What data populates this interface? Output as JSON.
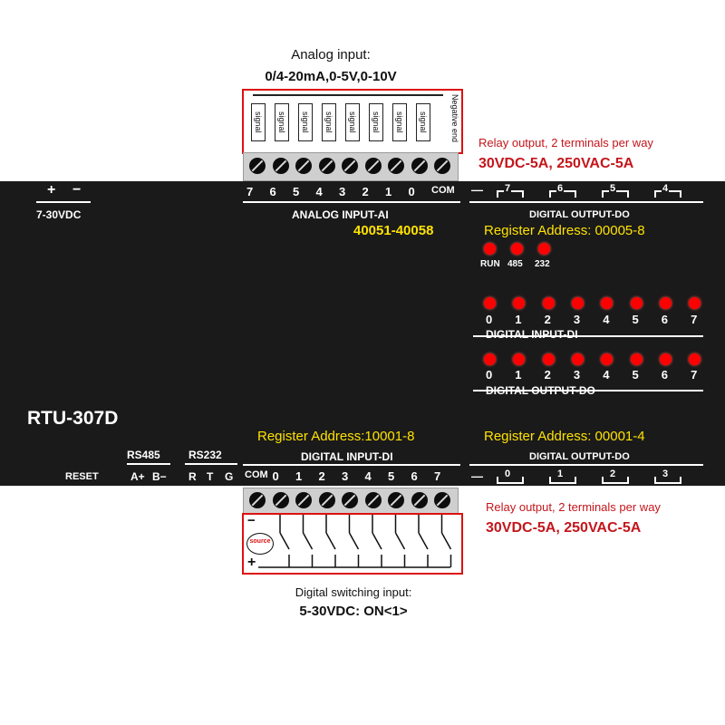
{
  "analog_input": {
    "title": "Analog input:",
    "range": "0/4-20mA,0-5V,0-10V",
    "signal_label": "signal",
    "negative_end": "Negative end",
    "terminals": [
      "7",
      "6",
      "5",
      "4",
      "3",
      "2",
      "1",
      "0",
      "COM"
    ],
    "section_title": "ANALOG INPUT-AI",
    "register": "40051-40058"
  },
  "relay_top": {
    "desc": "Relay output, 2 terminals per way",
    "rating": "30VDC-5A, 250VAC-5A",
    "section_title": "DIGITAL OUTPUT-DO",
    "register": "Register Address: 00005-8",
    "ways": [
      "7",
      "6",
      "5",
      "4"
    ]
  },
  "power": {
    "plus": "+",
    "minus": "−",
    "voltage": "7-30VDC"
  },
  "status_leds": [
    "RUN",
    "485",
    "232"
  ],
  "di_leds": {
    "numbers": [
      "0",
      "1",
      "2",
      "3",
      "4",
      "5",
      "6",
      "7"
    ],
    "title": "DIGITAL INPUT-DI"
  },
  "do_leds": {
    "numbers": [
      "0",
      "1",
      "2",
      "3",
      "4",
      "5",
      "6",
      "7"
    ],
    "title": "DIGITAL OUTPUT-DO"
  },
  "model": "RTU-307D",
  "bottom_left": {
    "rs485": "RS485",
    "rs232": "RS232",
    "reset": "RESET",
    "a_plus": "A+",
    "b_minus": "B−",
    "r": "R",
    "t": "T",
    "g": "G"
  },
  "digital_input_bottom": {
    "register": "Register Address:10001-8",
    "section_title": "DIGITAL INPUT-DI",
    "terminals": [
      "COM",
      "0",
      "1",
      "2",
      "3",
      "4",
      "5",
      "6",
      "7"
    ],
    "source_label": "source",
    "plus": "+",
    "minus": "−",
    "desc": "Digital switching input:",
    "spec": "5-30VDC: ON<1>"
  },
  "relay_bottom": {
    "register": "Register Address: 00001-4",
    "section_title": "DIGITAL OUTPUT-DO",
    "ways": [
      "0",
      "1",
      "2",
      "3"
    ],
    "desc": "Relay output, 2 terminals per way",
    "rating": "30VDC-5A, 250VAC-5A"
  },
  "colors": {
    "panel": "#1a1a1a",
    "led": "#ff0000",
    "register_text": "#ffe200",
    "red_text": "#c4161c"
  }
}
